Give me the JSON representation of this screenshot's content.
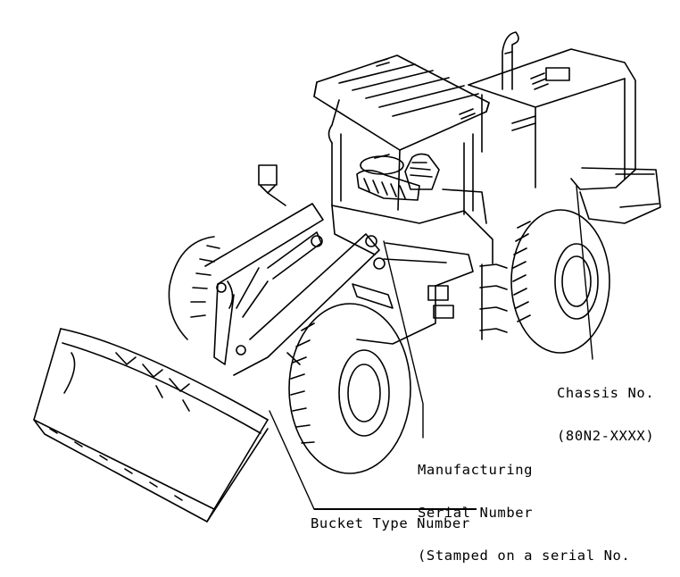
{
  "labels": {
    "chassis_line1": "Chassis No.",
    "chassis_line2": "(80N2-XXXX)",
    "mfg_line1": "Manufacturing",
    "mfg_line2": "Serial Number",
    "mfg_line3": "(Stamped on a serial No.",
    "bucket": "Bucket Type Number"
  },
  "colors": {
    "ink": "#000000",
    "paper": "#ffffff"
  }
}
